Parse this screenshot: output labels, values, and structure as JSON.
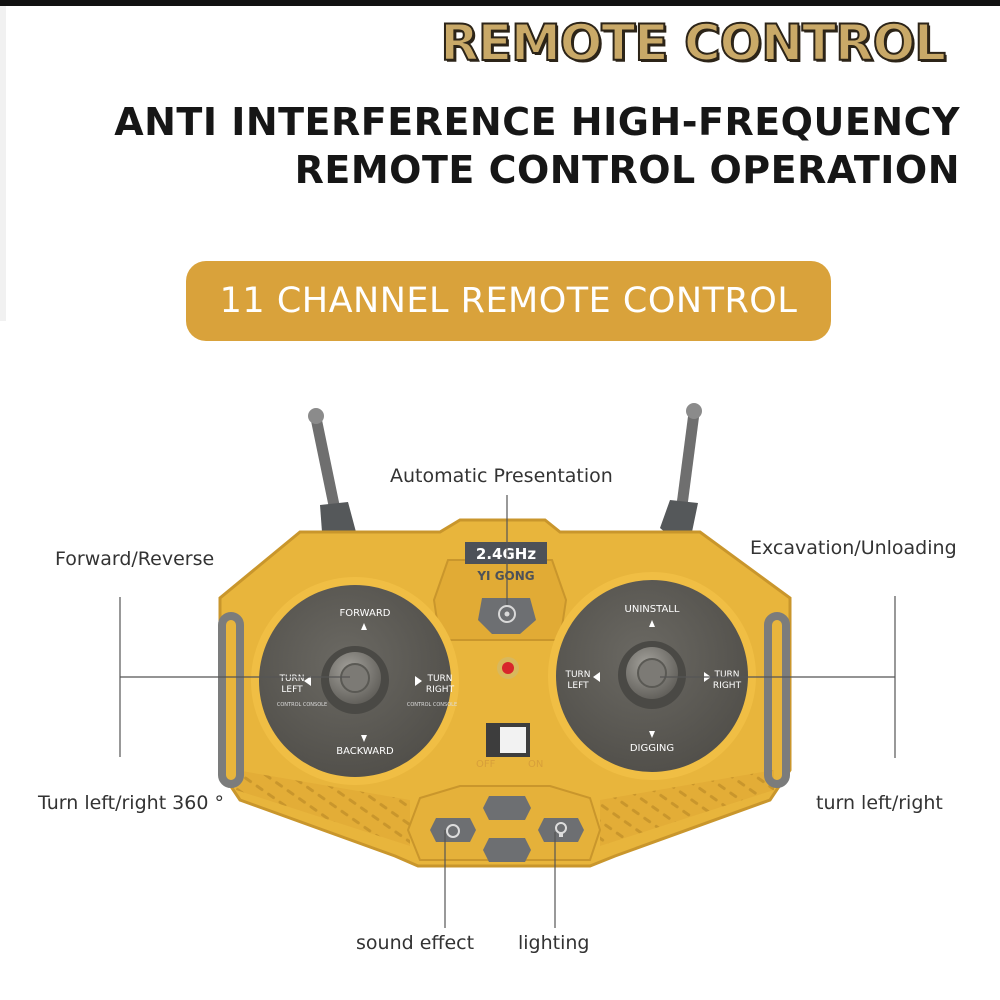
{
  "header": {
    "title": "REMOTE CONTROL",
    "subtitle_line1": "ANTI INTERFERENCE HIGH-FREQUENCY",
    "subtitle_line2": "REMOTE CONTROL OPERATION"
  },
  "banner": {
    "text": "11 CHANNEL REMOTE CONTROL"
  },
  "callouts": {
    "automatic_presentation": "Automatic Presentation",
    "forward_reverse": "Forward/Reverse",
    "excavation_unloading": "Excavation/Unloading",
    "turn_360": "Turn left/right 360 °",
    "turn_left_right": "turn left/right",
    "sound_effect": "sound effect",
    "lighting": "lighting"
  },
  "remote": {
    "frequency_label": "2.4GHz",
    "brand": "YI GONG",
    "left_stick": {
      "forward": "FORWARD",
      "backward": "BACKWARD",
      "turn_left_1": "TURN",
      "turn_left_2": "LEFT",
      "turn_right_1": "TURN",
      "turn_right_2": "RIGHT",
      "console": "CONTROL CONSOLE"
    },
    "right_stick": {
      "top": "UNINSTALL",
      "bottom": "DIGGING",
      "turn_left_1": "TURN",
      "turn_left_2": "LEFT",
      "turn_right_1": "TURN",
      "turn_right_2": "RIGHT"
    },
    "switch_off": "OFF",
    "switch_on": "ON"
  },
  "colors": {
    "body": "#e8b53c",
    "body_dark": "#c9962c",
    "stick_plate": "#5c5a55",
    "banner": "#d9a23b",
    "title_fill": "#c9a968",
    "led": "#d8262b"
  }
}
